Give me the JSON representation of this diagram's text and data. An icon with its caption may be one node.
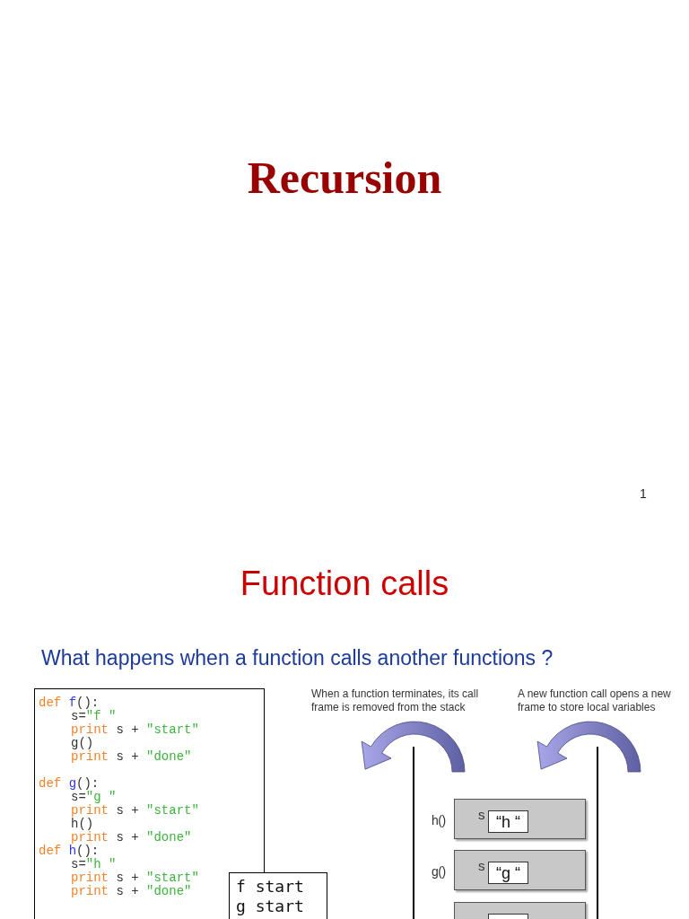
{
  "diagram": {
    "title": "Recursion",
    "nodes": [
      {
        "text": [
          "def f():",
          "s=\"f \"",
          "print s + \"start\"",
          "g()",
          "print s + \"done\"",
          "def g():",
          "s=\"g \"",
          "print s + \"start\"",
          "h()",
          "print s + \"done\"",
          "def h():",
          "s=\"h \"",
          "print s + \"start\"",
          "print s + \"done\""
        ]
      },
      {
        "text": [
          "f start",
          "g start"
        ]
      },
      {
        "text": [],
        "shape": "box"
      },
      {
        "text": [
          "s"
        ],
        "beside": [
          "h()"
        ],
        "in": 2
      },
      {
        "text": [
          "“h “"
        ],
        "in": 3
      },
      {
        "text": [
          "s"
        ],
        "beside": [
          "g()"
        ],
        "in": 2
      },
      {
        "text": [
          "“g “"
        ],
        "in": 5
      },
      {
        "text": [],
        "shape": "box",
        "in": 2
      },
      {
        "text": [],
        "shape": "box",
        "in": 7
      }
    ],
    "labels": [
      "1",
      "Function calls",
      "What happens when a function calls another functions ?",
      "When a function terminates, its call frame is removed from the stack",
      "A new function call opens a new frame to store local variables"
    ]
  }
}
